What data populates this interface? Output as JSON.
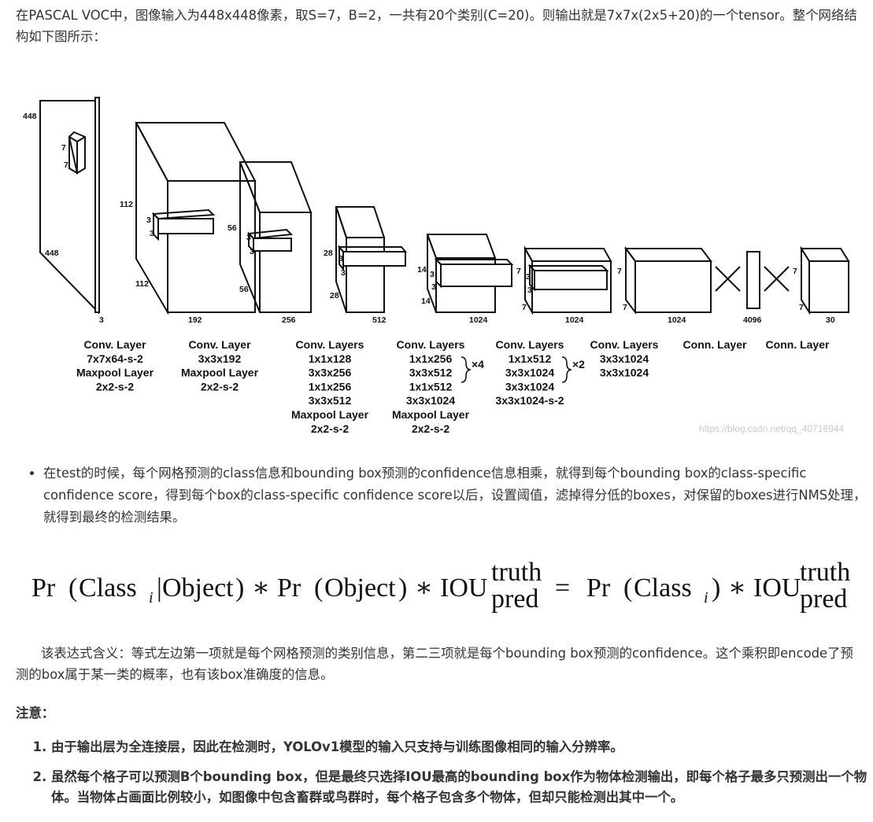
{
  "intro": "在PASCAL VOC中，图像输入为448x448像素，取S=7，B=2，一共有20个类别(C=20)。则输出就是7x7x(2x5+20)的一个tensor。整个网络结构如下图所示：",
  "figure": {
    "dims": {
      "input_height": "448",
      "input_width": "448",
      "input_depth": "3",
      "input_kernel_a": "7",
      "input_kernel_b": "7",
      "l1_height": "112",
      "l1_width": "112",
      "l1_depth": "192",
      "l1_kernel_a": "3",
      "l1_kernel_b": "3",
      "l2_height": "56",
      "l2_width": "56",
      "l2_depth": "256",
      "l2_kernel_a": "3",
      "l2_kernel_b": "3",
      "l3_height": "28",
      "l3_width": "28",
      "l3_depth": "512",
      "l3_kernel_a": "3",
      "l3_kernel_b": "3",
      "l4_height": "14",
      "l4_width": "14",
      "l4_depth": "1024",
      "l4_kernel_a": "3",
      "l4_kernel_b": "3",
      "l5_height": "7",
      "l5_width": "7",
      "l5_depth": "1024",
      "l5_kernel_a": "3",
      "l5_kernel_b": "3",
      "l6_height": "7",
      "l6_width": "7",
      "l6_depth": "1024",
      "fc1_units": "4096",
      "out_height": "7",
      "out_width": "7",
      "out_depth": "30"
    },
    "captions": {
      "c1": [
        "Conv. Layer",
        "7x7x64-s-2",
        "Maxpool Layer",
        "2x2-s-2"
      ],
      "c2": [
        "Conv. Layer",
        "3x3x192",
        "Maxpool Layer",
        "2x2-s-2"
      ],
      "c3": [
        "Conv. Layers",
        "1x1x128",
        "3x3x256",
        "1x1x256",
        "3x3x512",
        "Maxpool Layer",
        "2x2-s-2"
      ],
      "c4": [
        "Conv. Layers",
        "1x1x256",
        "3x3x512",
        "1x1x512",
        "3x3x1024",
        "Maxpool Layer",
        "2x2-s-2"
      ],
      "c4_repeat": "×4",
      "c5": [
        "Conv. Layers",
        "1x1x512",
        "3x3x1024",
        "3x3x1024",
        "3x3x1024-s-2"
      ],
      "c5_repeat": "×2",
      "c6": [
        "Conv. Layers",
        "3x3x1024",
        "3x3x1024"
      ],
      "c7": [
        "Conn. Layer"
      ],
      "c8": [
        "Conn. Layer"
      ]
    }
  },
  "watermark": "https://blog.csdn.net/qq_40716944",
  "bullet": "在test的时候，每个网格预测的class信息和bounding box预测的confidence信息相乘，就得到每个bounding box的class-specific confidence score，得到每个box的class-specific confidence score以后，设置阈值，滤掉得分低的boxes，对保留的boxes进行NMS处理，就得到最终的检测结果。",
  "formula": {
    "pr": "Pr",
    "class": "Class",
    "sub_i": "i",
    "object": "Object",
    "star": "∗",
    "iou": "IOU",
    "sup_truth": "truth",
    "sub_pred": "pred",
    "equals": "="
  },
  "explanation": "该表达式含义：等式左边第一项就是每个网格预测的类别信息，第二三项就是每个bounding box预测的confidence。这个乘积即encode了预测的box属于某一类的概率，也有该box准确度的信息。",
  "note_heading": "注意：",
  "notes": [
    "由于输出层为全连接层，因此在检测时，YOLOv1模型的输入只支持与训练图像相同的输入分辨率。",
    "虽然每个格子可以预测B个bounding box，但是最终只选择IOU最高的bounding box作为物体检测输出，即每个格子最多只预测出一个物体。当物体占画面比例较小，如图像中包含畜群或鸟群时，每个格子包含多个物体，但却只能检测出其中一个。"
  ]
}
